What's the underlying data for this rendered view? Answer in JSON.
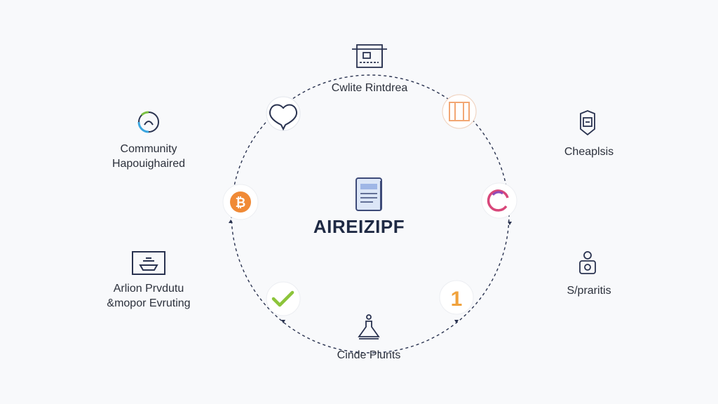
{
  "center": {
    "title": "AIREIZIPF",
    "icon": "document-icon"
  },
  "nodes": [
    {
      "id": "top",
      "label": "Cwlite Rintdrea",
      "icon": "clipboard-board-icon"
    },
    {
      "id": "community",
      "label_line1": "Community",
      "label_line2": "Hapouighaired",
      "icon": "chat-swirl-icon"
    },
    {
      "id": "action",
      "label_line1": "Arlion Prvdutu",
      "label_line2": "&mopor Evruting",
      "icon": "monitor-ship-icon"
    },
    {
      "id": "bottom",
      "label": "Cinde Plunts",
      "icon": "flask-icon"
    },
    {
      "id": "cheaplsis",
      "label": "Cheaplsis",
      "icon": "badge-lock-icon"
    },
    {
      "id": "sparitis",
      "label": "S/praritis",
      "icon": "shield-gear-icon"
    }
  ],
  "ring_badges": [
    {
      "id": "heart",
      "icon": "heart-outline-icon"
    },
    {
      "id": "frame",
      "icon": "frame-icon",
      "color": "#f2a774"
    },
    {
      "id": "bitcoin",
      "icon": "bitcoin-icon",
      "color": "#f08a36",
      "glyph": "₿"
    },
    {
      "id": "refresh",
      "icon": "refresh-arc-icon",
      "color": "#d8477a"
    },
    {
      "id": "check",
      "icon": "checkmark-icon",
      "color": "#8cc43a"
    },
    {
      "id": "one",
      "icon": "number-one-icon",
      "color": "#f0a23c",
      "glyph": "1"
    }
  ],
  "colors": {
    "ring": "#2a3350",
    "text": "#2b303b",
    "title": "#1f2a44",
    "document": "#3d4a78",
    "document_fill": "#dce6f7"
  }
}
